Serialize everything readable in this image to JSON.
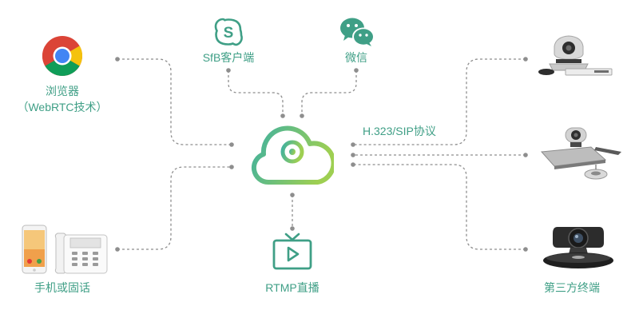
{
  "labels": {
    "browser_line1": "浏览器",
    "browser_line2": "（WebRTC技术）",
    "sfb": "SfB客户端",
    "wechat": "微信",
    "phone": "手机或固话",
    "rtmp": "RTMP直播",
    "third_party": "第三方终端",
    "protocol": "H.323/SIP协议"
  },
  "icons": {
    "browser": "chrome-icon",
    "sfb": "skype-icon",
    "wechat": "wechat-icon",
    "cloud": "cloud-camera-icon",
    "rtmp": "tv-play-icon",
    "phone": "phones-icon",
    "endpoint_1": "conference-camera-icon",
    "endpoint_2": "conference-system-icon",
    "endpoint_3": "ptz-camera-icon"
  },
  "colors": {
    "accent": "#3f9f86",
    "cloud_gradient_start": "#3fb1a0",
    "cloud_gradient_end": "#9ecf52",
    "connector": "#8e8e8e"
  }
}
